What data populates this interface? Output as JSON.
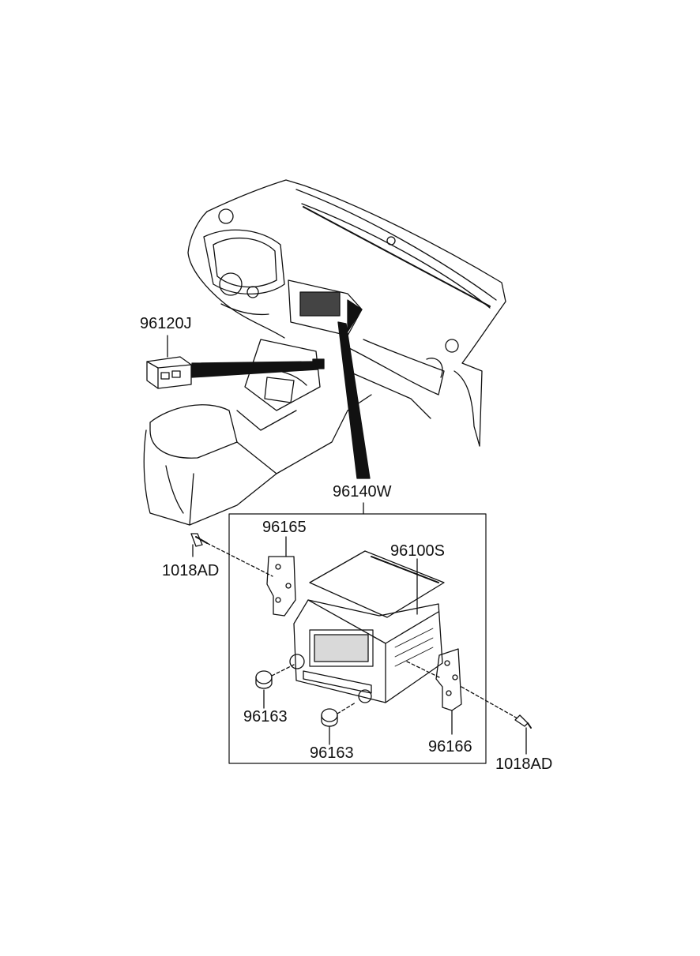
{
  "diagram": {
    "colors": {
      "line": "#111111",
      "fill": "#ffffff",
      "shade": "#222222"
    },
    "labels": {
      "usb_aux_jack": "96120J",
      "audio_assembly": "96140W",
      "bracket_left": "96165",
      "head_unit": "96100S",
      "screw_left": "1018AD",
      "knob_1": "96163",
      "knob_2": "96163",
      "bracket_right": "96166",
      "screw_right": "1018AD"
    }
  }
}
